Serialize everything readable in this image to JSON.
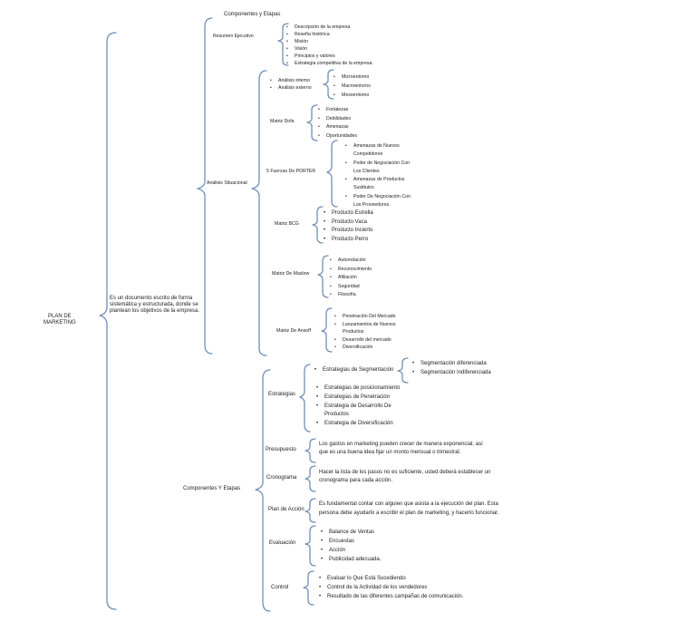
{
  "root": {
    "title_line1": "PLAN DE",
    "title_line2": "MARKETING",
    "definition": "Es un documento escrito de forma sistemática y estructurada, donde se plantean los objetivos de la empresa."
  },
  "top_heading": "Componentes y  Etapas",
  "resumen": {
    "label": "Resumen Ejecutivo",
    "items": [
      "Descripción de la empresa",
      "Reseña histórica",
      "Misión",
      "Visión",
      "Principios y valores",
      "Estrategia competitiva de la empresa."
    ]
  },
  "situacional": {
    "label": "Análisis Situacional",
    "analisis": {
      "items": [
        "Análisis interno",
        "Análisis externo"
      ],
      "entornos": [
        "Microentorno",
        "Macroentorno",
        "Mesoentorno"
      ]
    },
    "dofa": {
      "label": "Matriz Dofa",
      "items": [
        "Fortalezas",
        "Debilidades",
        "Amenazas",
        "Oportunidades"
      ]
    },
    "porter": {
      "label": "5 Fuerzas De PORTER",
      "items": [
        {
          "l1": "Amenazas de Nuevos",
          "l2": "Competidores"
        },
        {
          "l1": "Poder de Negociación Con",
          "l2": "Los Clientes"
        },
        {
          "l1": "Amenazas de Productos",
          "l2": "Sustitutos"
        },
        {
          "l1": "Poder De Negociación Con",
          "l2": "Los Proveedores."
        }
      ]
    },
    "bcg": {
      "label": "Matriz BCG",
      "items": [
        "Producto Estrella",
        "Producto Vaca",
        "Producto Incierto",
        "Producto Perro"
      ]
    },
    "maslow": {
      "label": "Matriz De Maslow",
      "items": [
        "Autorrelación",
        "Reconocimiento",
        "Afiliación",
        "Seguridad",
        "Filosofía"
      ]
    },
    "ansoff": {
      "label": "Matriz De Ansoff",
      "items": [
        {
          "l1": "Penetración Del Mercado",
          "l2": ""
        },
        {
          "l1": "Lanzamientos de  Nuevos",
          "l2": "Productos"
        },
        {
          "l1": "Desarrollo del mercado",
          "l2": ""
        },
        {
          "l1": "Diversificación",
          "l2": ""
        }
      ]
    }
  },
  "componentes": {
    "label": "Componentes Y Etapas",
    "estrategias": {
      "label": "Estrategias",
      "segmentacion": "Estrategias de Segmentación",
      "seg_items": [
        "Segmentación diferenciada",
        "Segmentación Indiferenciada"
      ],
      "items": [
        {
          "l1": "Estrategias de posicionamiento",
          "l2": ""
        },
        {
          "l1": "Estrategias de Penetración",
          "l2": ""
        },
        {
          "l1": "Estrategia de Desarrollo De",
          "l2": "Productos"
        },
        {
          "l1": "Estrategia de Diversificación",
          "l2": ""
        }
      ]
    },
    "presupuesto": {
      "label": "Presupuesto",
      "line1": "Los gastos en marketing pueden crecer de manera exponencial, así",
      "line2": "que es una buena idea fijar un monto mensual o trimestral."
    },
    "cronograma": {
      "label": "Cronograma",
      "line1": "Hacer la lista de los pasos no es suficiente, usted deberá establecer un",
      "line2": "cronograma para cada acción."
    },
    "plan": {
      "label": "Plan de Acción",
      "line1": "Es fundamental contar con alguien que asista a la ejecución del plan.  Esta",
      "line2": "persona debe ayudarlo a escribir el plan de marketing, y hacerlo funcionar."
    },
    "evaluacion": {
      "label": "Evaluación",
      "items": [
        "Balance de Ventas",
        "Encuestas",
        "Acción",
        "Publicidad adecuada."
      ]
    },
    "control": {
      "label": "Control",
      "items": [
        "Evaluar lo Que Está Sucediendo",
        "Control de la Actividad de los vendedores",
        "Resultado de las diferentes campañas de comunicación."
      ]
    }
  }
}
